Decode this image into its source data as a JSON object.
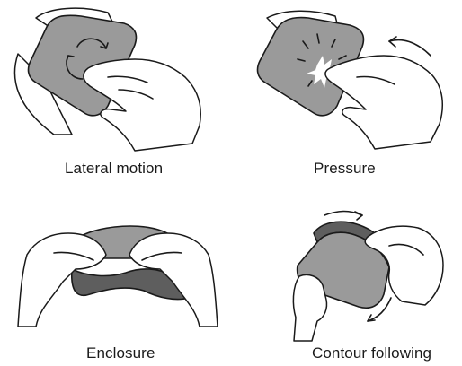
{
  "figure": {
    "panels": [
      {
        "id": "lateral-motion",
        "caption": "Lateral motion"
      },
      {
        "id": "pressure",
        "caption": "Pressure"
      },
      {
        "id": "enclosure",
        "caption": "Enclosure"
      },
      {
        "id": "contour-following",
        "caption": "Contour following"
      }
    ],
    "colors": {
      "object_fill": "#9a9a9a",
      "object_edge": "#5e5e5e",
      "line": "#1a1a1a",
      "background": "#ffffff"
    }
  }
}
